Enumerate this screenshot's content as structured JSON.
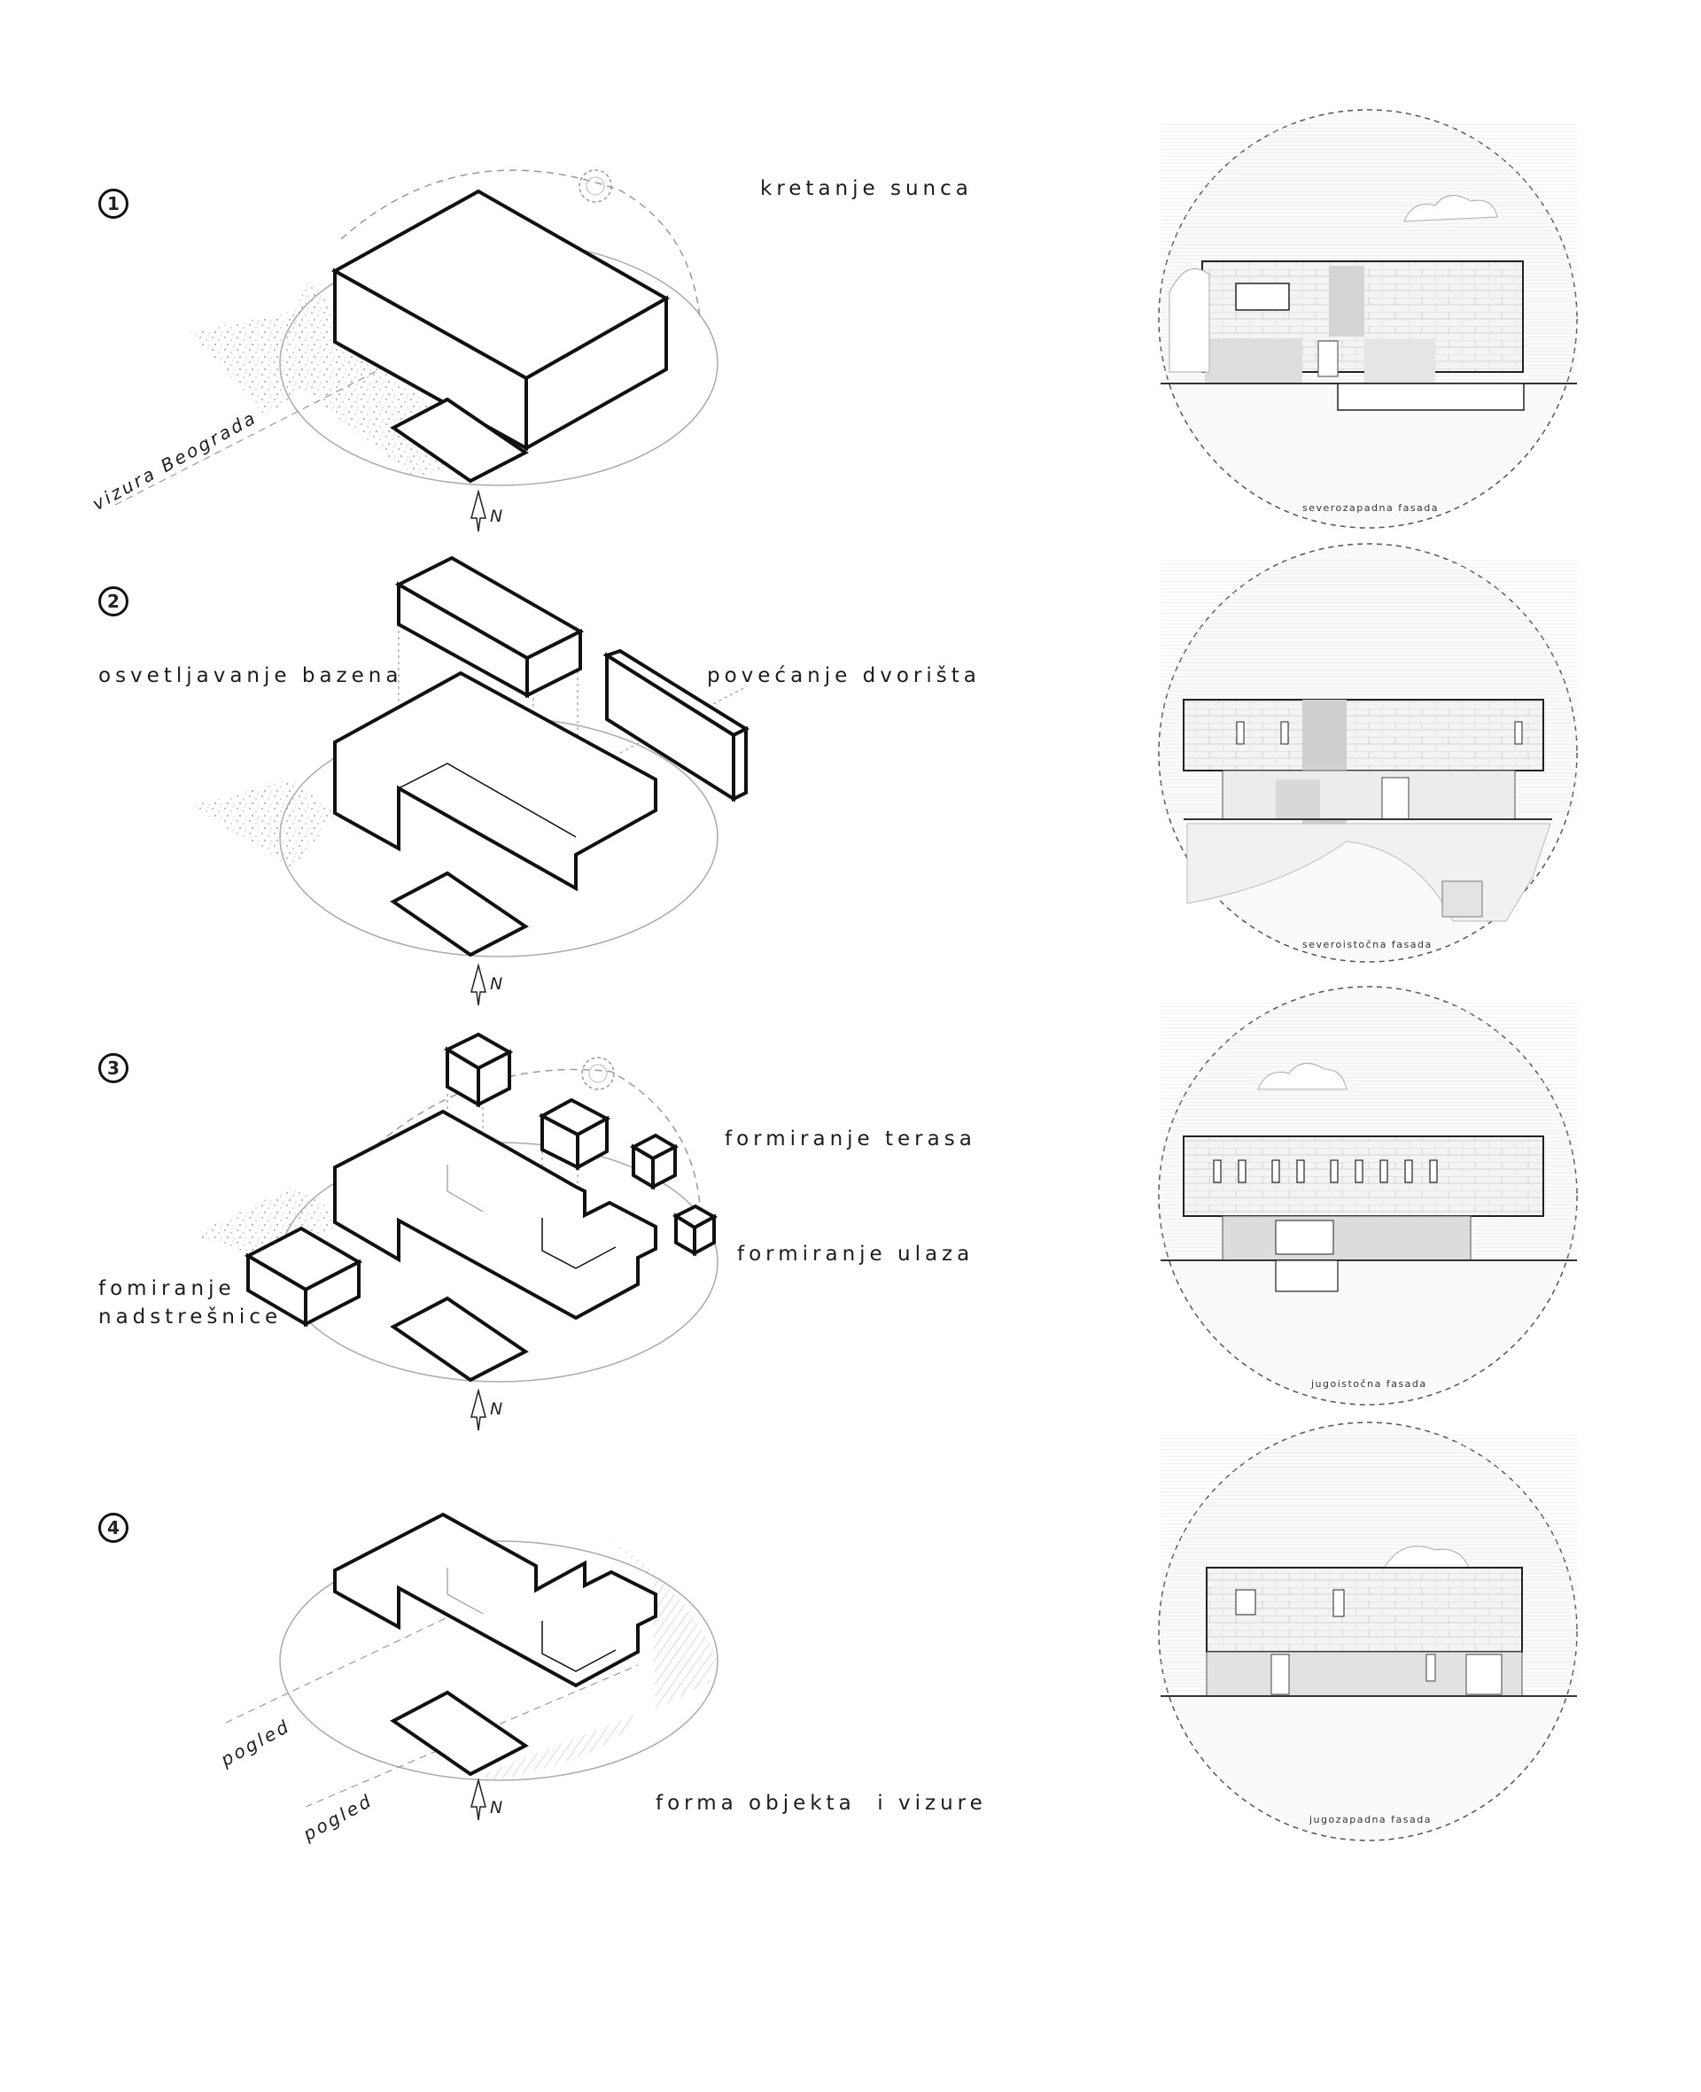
{
  "steps": [
    {
      "number": "1",
      "labels": [
        "kretanje sunca",
        "vizura Beograda"
      ]
    },
    {
      "number": "2",
      "labels": [
        "osvetljavanje bazena",
        "povećanje dvorišta"
      ]
    },
    {
      "number": "3",
      "labels": [
        "formiranje terasa",
        "formiranje ulaza",
        "fomiranje",
        "nadstrešnice"
      ]
    },
    {
      "number": "4",
      "labels": [
        "pogled",
        "pogled",
        "forma objekta  i vizure"
      ]
    }
  ],
  "north_label": "N",
  "facades": [
    {
      "label": "severozapadna fasada"
    },
    {
      "label": "severoistočna fasada"
    },
    {
      "label": "jugoistočna fasada"
    },
    {
      "label": "jugozapadna fasada"
    }
  ]
}
